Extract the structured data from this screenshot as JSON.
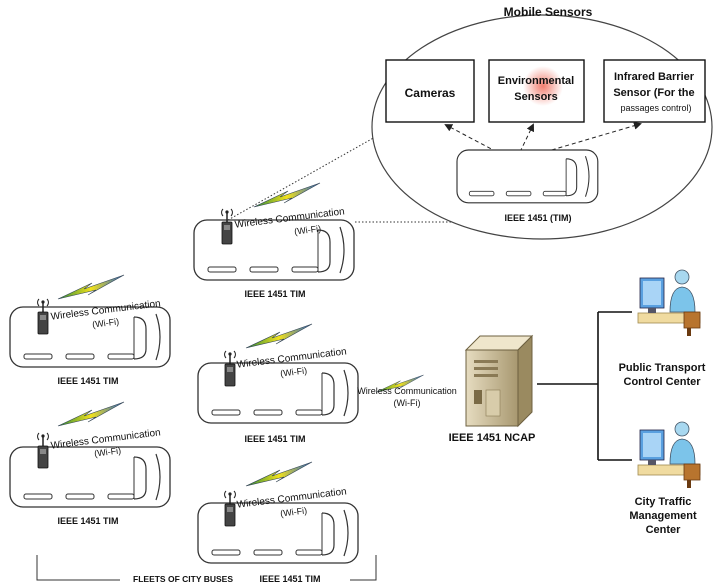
{
  "mobile_sensors": {
    "title": "Mobile Sensors",
    "cameras": "Cameras",
    "env_line1": "Environmental",
    "env_line2": "Sensors",
    "ir_line1": "Infrared Barrier",
    "ir_line2": "Sensor (For the",
    "ir_line3": "passages control)",
    "tim_label": "IEEE 1451  (TIM)"
  },
  "buses": {
    "wireless_line1": "Wireless Communication",
    "wireless_line2": "(Wi-Fi)",
    "tim_label": "IEEE 1451 TIM"
  },
  "ncap": {
    "wireless_line1": "Wireless Communication",
    "wireless_line2": "(Wi-Fi)",
    "label": "IEEE 1451 NCAP"
  },
  "centers": {
    "ptcc_line1": "Public Transport",
    "ptcc_line2": "Control Center",
    "ctmc_line1": "City Traffic",
    "ctmc_line2": "Management",
    "ctmc_line3": "Center"
  },
  "fleet_label": "FLEETS OF CITY BUSES"
}
